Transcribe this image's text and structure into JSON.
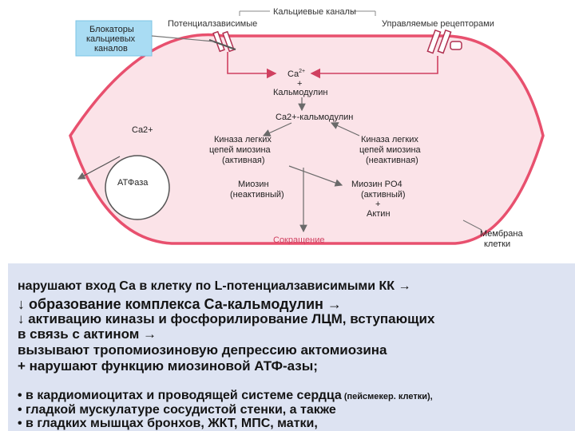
{
  "diagram": {
    "ca_channels": "Кальциевые каналы",
    "potential_dependent": "Потенциалзависимые",
    "receptor_operated": "Управляемые рецепторами",
    "blockers": [
      "Блокаторы",
      "кальциевых",
      "каналов"
    ],
    "ca2": "Ca2+",
    "ca2_top": "Ca",
    "ca2_sup": "2+",
    "plus": "+",
    "calmodulin": "Кальмодулин",
    "ca_calmodulin": "Ca2+-кальмодулин",
    "kinase_active": [
      "Киназа легких",
      "цепей миозина",
      "(активная)"
    ],
    "kinase_inactive": [
      "Киназа легких",
      "цепей миозина",
      "(неактивная)"
    ],
    "myosin_inactive": [
      "Миозин",
      "(неактивный)"
    ],
    "myosin_po4": [
      "Миозин PO4",
      "(активный)"
    ],
    "actin": "Актин",
    "contraction": "Сокращение",
    "atpase": "АТФаза",
    "ca2_out": "Ca2+",
    "membrane": [
      "Мембрана",
      "клетки"
    ],
    "po4": "PO4",
    "colors": {
      "membrane": "#e8506e",
      "cell_fill": "#fbe3e8",
      "blockers_box": "#a9dcf3"
    }
  },
  "text": {
    "line1": "нарушают вход Са в клетку по L-потенциалзависимыми КК →",
    "line2": "↓ образование комплекса Са-кальмодулин  →",
    "line3": "↓ активацию киназы и фосфорилирование ЛЦМ, вступающих",
    "line4": "в связь с актином →",
    "line5": " вызывают тропомиозиновую депрессию актомиозина",
    "line6": "+ нарушают функцию миозиновой АТФ-азы;",
    "bullet1": "• в кардиомиоцитах и проводящей системе сердца",
    "bullet1_small": " (пейсмекер. клетки),",
    "bullet2": "• гладкой мускулатуре сосудистой стенки, а также",
    "bullet3": "• в гладких мышцах бронхов, ЖКТ, МПС, матки,"
  }
}
